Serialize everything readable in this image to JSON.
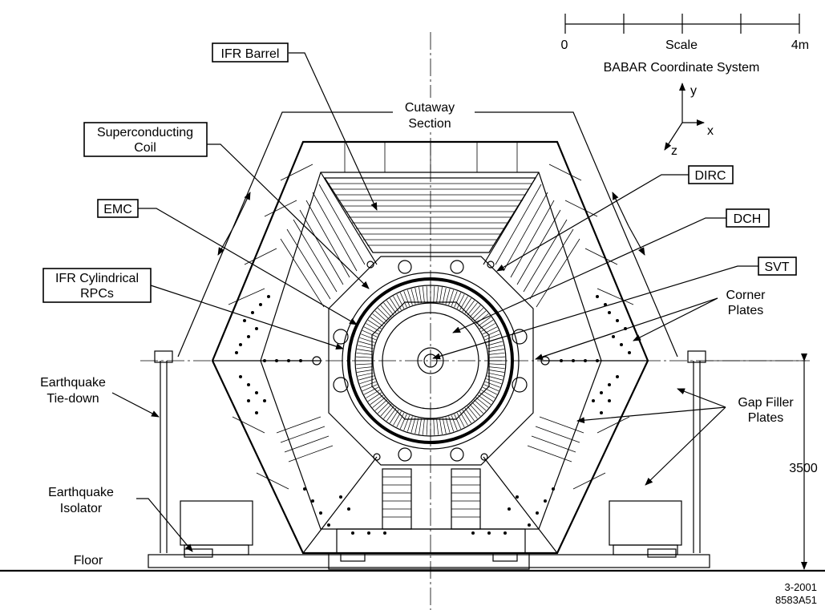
{
  "scale": {
    "tick_labels": [
      "0",
      "Scale",
      "4m"
    ],
    "title": "BABAR Coordinate System"
  },
  "axes": {
    "y": "y",
    "x": "x",
    "z": "z"
  },
  "labels": {
    "ifr_barrel": "IFR Barrel",
    "superconducting_coil": [
      "Superconducting",
      "Coil"
    ],
    "emc": "EMC",
    "ifr_cylindrical_rpcs": [
      "IFR Cylindrical",
      "RPCs"
    ],
    "earthquake_tiedown": [
      "Earthquake",
      "Tie-down"
    ],
    "earthquake_isolator": [
      "Earthquake",
      "Isolator"
    ],
    "floor": "Floor",
    "cutaway_section": [
      "Cutaway",
      "Section"
    ],
    "dirc": "DIRC",
    "dch": "DCH",
    "svt": "SVT",
    "corner_plates": [
      "Corner",
      "Plates"
    ],
    "gap_filler_plates": [
      "Gap Filler",
      "Plates"
    ],
    "dimension_3500": "3500"
  },
  "footer": {
    "date": "3-2001",
    "drawing_id": "8583A51"
  }
}
